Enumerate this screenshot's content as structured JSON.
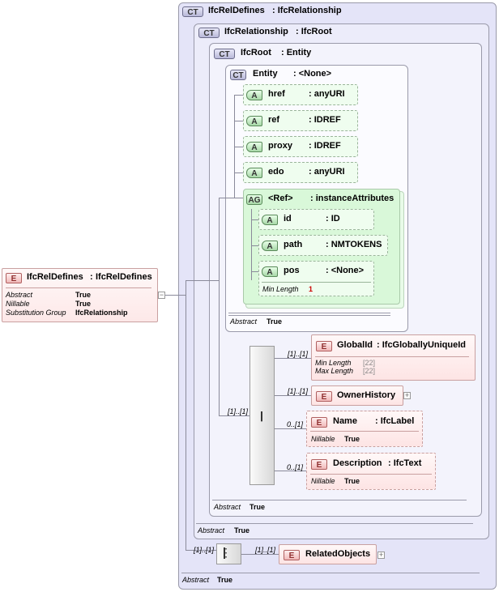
{
  "root": {
    "badge": "E",
    "name": "IfcRelDefines",
    "sep": ":",
    "type": "IfcRelDefines",
    "props": [
      {
        "key": "Abstract",
        "value": "True"
      },
      {
        "key": "Nillable",
        "value": "True"
      },
      {
        "key": "Substitution Group",
        "value": "IfcRelationship"
      }
    ],
    "toggle": "−"
  },
  "ct1": {
    "badge": "CT",
    "name": "IfcRelDefines",
    "type": ": IfcRelationship",
    "abstract_key": "Abstract",
    "abstract_val": "True"
  },
  "ct2": {
    "badge": "CT",
    "name": "IfcRelationship",
    "type": ": IfcRoot",
    "abstract_key": "Abstract",
    "abstract_val": "True"
  },
  "ct3": {
    "badge": "CT",
    "name": "IfcRoot",
    "type": ": Entity",
    "abstract_key": "Abstract",
    "abstract_val": "True"
  },
  "ct4": {
    "badge": "CT",
    "name": "Entity",
    "type": ": <None>",
    "abstract_key": "Abstract",
    "abstract_val": "True"
  },
  "attributes": [
    {
      "badge": "A",
      "name": "href",
      "type": ": anyURI"
    },
    {
      "badge": "A",
      "name": "ref",
      "type": ": IDREF"
    },
    {
      "badge": "A",
      "name": "proxy",
      "type": ": IDREF"
    },
    {
      "badge": "A",
      "name": "edo",
      "type": ": anyURI"
    }
  ],
  "attr_group": {
    "badge": "AG",
    "name": "<Ref>",
    "type": ": instanceAttributes",
    "items": [
      {
        "badge": "A",
        "name": "id",
        "type": ": ID"
      },
      {
        "badge": "A",
        "name": "path",
        "type": ": NMTOKENS"
      },
      {
        "badge": "A",
        "name": "pos",
        "type": ": <None>",
        "min_key": "Min Length",
        "min_val": "1"
      }
    ]
  },
  "sequence": {
    "cardinality": "[1]..[1]",
    "elements": [
      {
        "badge": "E",
        "name": "GlobalId",
        "type": ": IfcGloballyUniqueId",
        "card": "[1]..[1]",
        "props": [
          {
            "key": "Min Length",
            "value": "[22]"
          },
          {
            "key": "Max Length",
            "value": "[22]"
          }
        ]
      },
      {
        "badge": "E",
        "name": "OwnerHistory",
        "type": "",
        "card": "[1]..[1]",
        "plus": "+"
      },
      {
        "badge": "E",
        "name": "Name",
        "type": ": IfcLabel",
        "card": "0..[1]",
        "props": [
          {
            "key": "Nillable",
            "value": "True"
          }
        ]
      },
      {
        "badge": "E",
        "name": "Description",
        "type": ": IfcText",
        "card": "0..[1]",
        "props": [
          {
            "key": "Nillable",
            "value": "True"
          }
        ]
      }
    ]
  },
  "bottom_sequence": {
    "card_in": "[1]..[1]",
    "card_out": "[1]..[1]",
    "element": {
      "badge": "E",
      "name": "RelatedObjects",
      "plus": "+"
    }
  }
}
